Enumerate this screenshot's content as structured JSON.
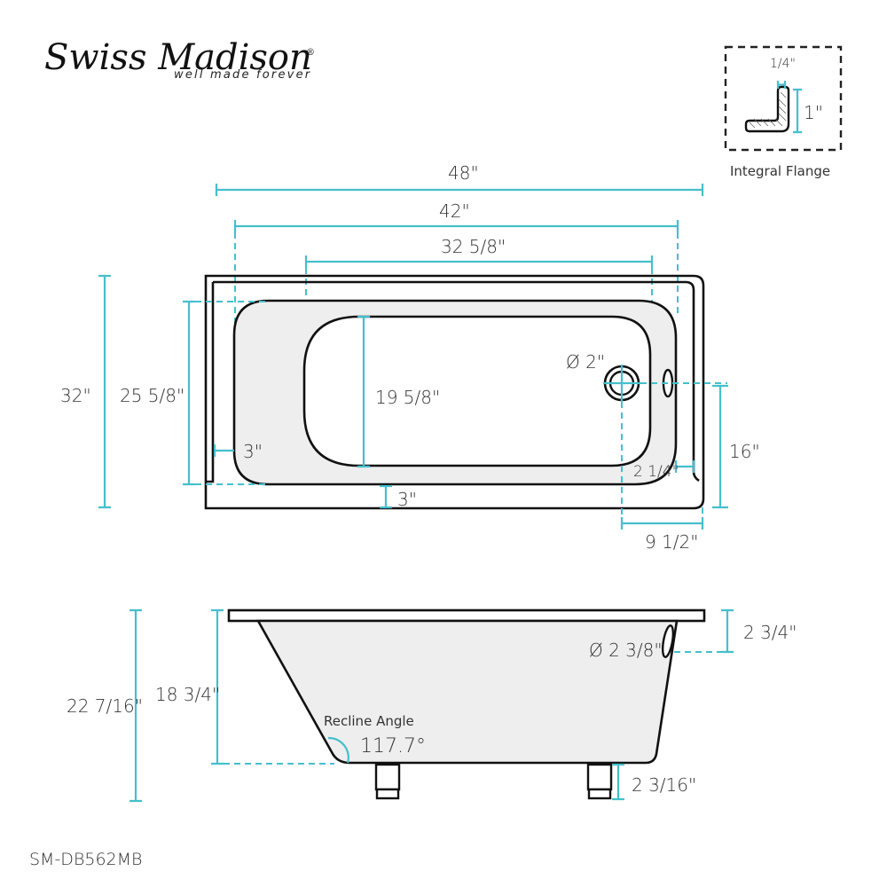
{
  "brand": {
    "name": "Swiss Madison",
    "registered_mark": "®",
    "tagline": "well made forever"
  },
  "colors": {
    "dimension_line": "#45bfcc",
    "outline": "#111111",
    "basin_fill": "#eeeeee",
    "text": "#333333"
  },
  "flange_inset": {
    "label": "Integral Flange",
    "thickness": "1/4\"",
    "height": "1\""
  },
  "top_view": {
    "overall_length": "48\"",
    "rim_length": "42\"",
    "basin_length": "32 5/8\"",
    "overall_width": "32\"",
    "rim_width": "25 5/8\"",
    "basin_width": "19 5/8\"",
    "left_rim": "3\"",
    "front_rim": "3\"",
    "drain_diameter": "Ø 2\"",
    "drain_to_wall_rim": "2 1/4\"",
    "drain_from_front": "16\"",
    "drain_from_end": "9 1/2\""
  },
  "side_view": {
    "overall_height": "22 7/16\"",
    "tub_height": "18 3/4\"",
    "overflow_diameter": "Ø 2 3/8\"",
    "overflow_from_top": "2 3/4\"",
    "leg_height": "2 3/16\"",
    "recline_label": "Recline Angle",
    "recline_angle": "117.7°"
  },
  "model_number": "SM-DB562MB"
}
